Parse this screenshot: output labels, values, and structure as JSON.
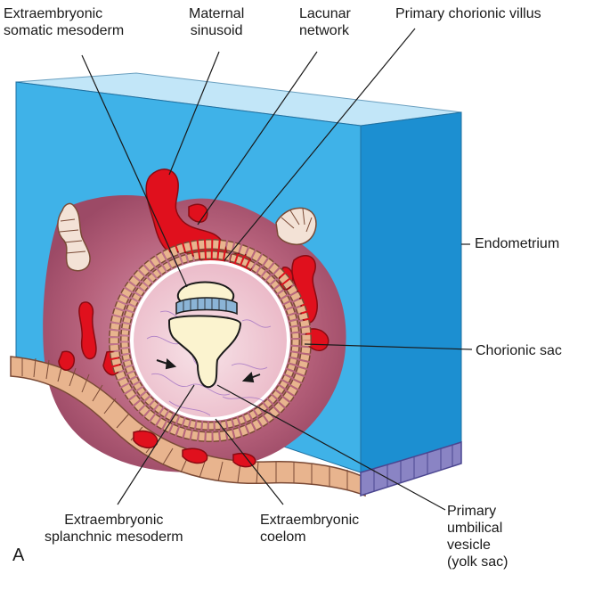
{
  "labels": {
    "somatic_mesoderm": [
      "Extraembryonic",
      "somatic mesoderm"
    ],
    "maternal_sinusoid": [
      "Maternal",
      "sinusoid"
    ],
    "lacunar_network": [
      "Lacunar",
      "network"
    ],
    "primary_chorionic_villus": "Primary chorionic villus",
    "endometrium": "Endometrium",
    "chorionic_sac": "Chorionic sac",
    "splanchnic_mesoderm": [
      "Extraembryonic",
      "splanchnic mesoderm"
    ],
    "coelom": [
      "Extraembryonic",
      "coelom"
    ],
    "umbilical_vesicle": [
      "Primary",
      "umbilical",
      "vesicle",
      "(yolk sac)"
    ]
  },
  "panel_letter": "A",
  "colors": {
    "endometrium_front": "#3fb2e8",
    "endometrium_top": "#c2e6f8",
    "endometrium_side": "#1c8fd1",
    "blood": "#e0101d",
    "decidua": "#b5607a",
    "coelom": "#f3d6de",
    "cell_ring": "#e8b48e",
    "epithelium_blue": "#8a84c4",
    "embryo_disc": "#fbf3cf"
  }
}
